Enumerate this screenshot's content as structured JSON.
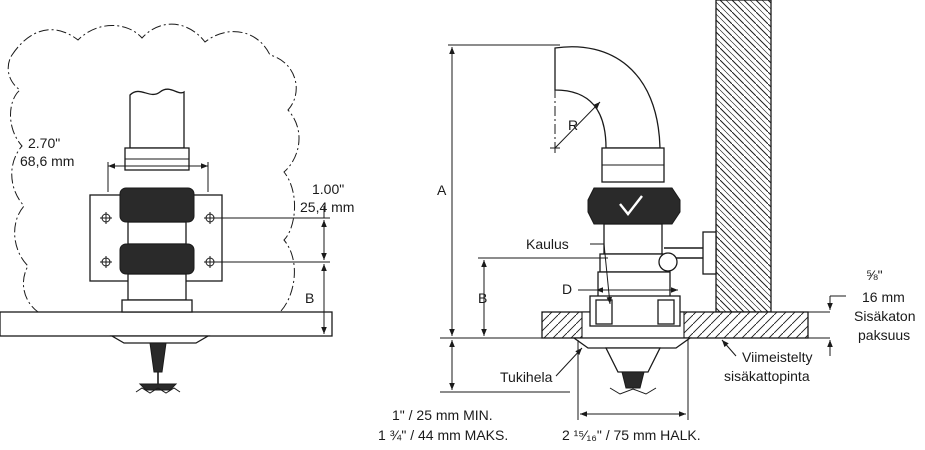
{
  "left_view": {
    "width_in": "2.70\"",
    "width_mm": "68,6 mm",
    "spacing_in": "1.00\"",
    "spacing_mm": "25,4 mm",
    "dim_b": "B"
  },
  "right_view": {
    "dim_a": "A",
    "radius_r": "R",
    "dim_b": "B",
    "dim_d": "D",
    "collar": "Kaulus",
    "support_arm": "Tukihela",
    "thickness_frac": "⅝\"",
    "thickness_mm": "16 mm",
    "thickness_label_1": "Sisäkaton",
    "thickness_label_2": "paksuus",
    "finished_1": "Viimeistelty",
    "finished_2": "sisäkattopinta",
    "min_max_1": "1\" / 25 mm MIN.",
    "min_max_2": "1 ¾\" / 44 mm MAKS.",
    "diameter": "2 ¹⁵⁄₁₆\" / 75 mm HALK."
  }
}
